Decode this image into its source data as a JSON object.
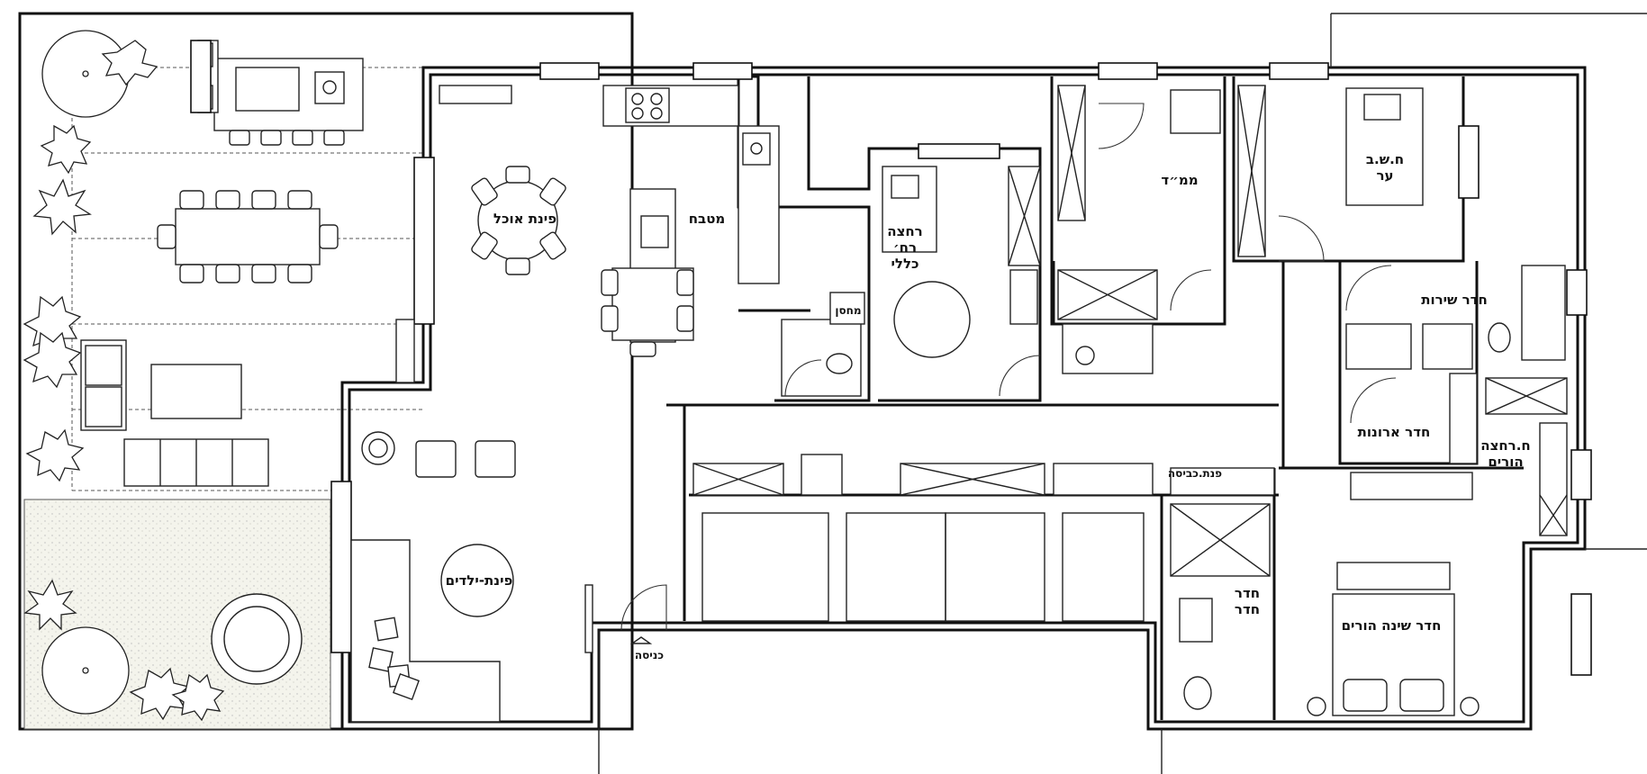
{
  "plan": {
    "rooms": {
      "dining": "פינת אוכל",
      "kitchen": "מטבח",
      "storage": "מחסן",
      "guest_bath_l1": "רחצה",
      "guest_bath_l2": "רח׳",
      "guest_bath_l3": "כללי",
      "safe_room": "ממ״ד",
      "bedroom_l1": "ח.ש.ב",
      "bedroom_l2": "ער",
      "service_room": "חדר שירות",
      "closet_room": "חדר ארונות",
      "parents_bath_l1": "ח.רחצה",
      "parents_bath_l2": "הורים",
      "laundry": "פנת.כביסה",
      "kids_corner": "פינת-ילדים",
      "room_l1": "חדר",
      "room_l2": "חדר",
      "master_bedroom": "חדר שינה הורים",
      "entrance": "כניסה"
    }
  }
}
